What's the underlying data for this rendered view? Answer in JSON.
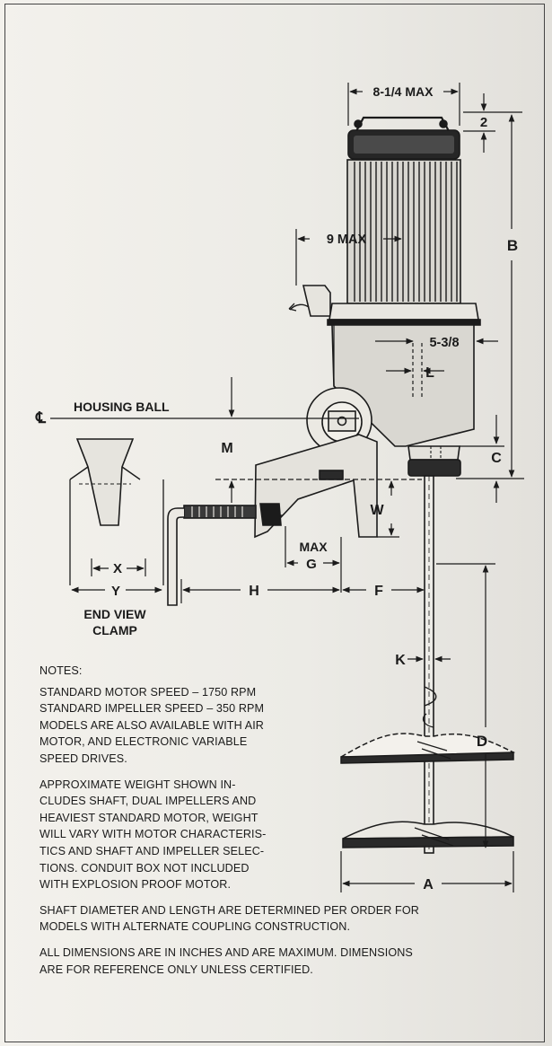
{
  "dimensions": {
    "top_width": "8-1/4 MAX",
    "top_height": "2",
    "overall_height": "B",
    "motor_width": "9 MAX",
    "housing_offset": "5-3/8",
    "l": "L",
    "centerline_symbol": "℄",
    "housing_ball": "HOUSING BALL",
    "m": "M",
    "c": "C",
    "w": "W",
    "max_label": "MAX",
    "g": "G",
    "h": "H",
    "f": "F",
    "k": "K",
    "d": "D",
    "a": "A",
    "x": "X",
    "y": "Y",
    "end_view_line1": "END VIEW",
    "end_view_line2": "CLAMP"
  },
  "notes": {
    "header": "NOTES:",
    "para1": "STANDARD MOTOR SPEED – 1750 RPM\nSTANDARD IMPELLER SPEED – 350 RPM\nMODELS ARE ALSO AVAILABLE WITH AIR\nMOTOR, AND ELECTRONIC VARIABLE\nSPEED DRIVES.",
    "para2": "APPROXIMATE WEIGHT SHOWN IN-\nCLUDES SHAFT, DUAL IMPELLERS AND\nHEAVIEST STANDARD MOTOR, WEIGHT\nWILL VARY WITH MOTOR CHARACTERIS-\nTICS AND SHAFT AND IMPELLER SELEC-\nTIONS. CONDUIT BOX NOT INCLUDED\nWITH EXPLOSION PROOF MOTOR.",
    "para3": "SHAFT DIAMETER AND LENGTH ARE DETERMINED PER ORDER FOR\nMODELS WITH ALTERNATE COUPLING CONSTRUCTION.",
    "para4": "ALL DIMENSIONS ARE IN INCHES AND ARE MAXIMUM. DIMENSIONS\nARE FOR REFERENCE ONLY UNLESS CERTIFIED."
  }
}
